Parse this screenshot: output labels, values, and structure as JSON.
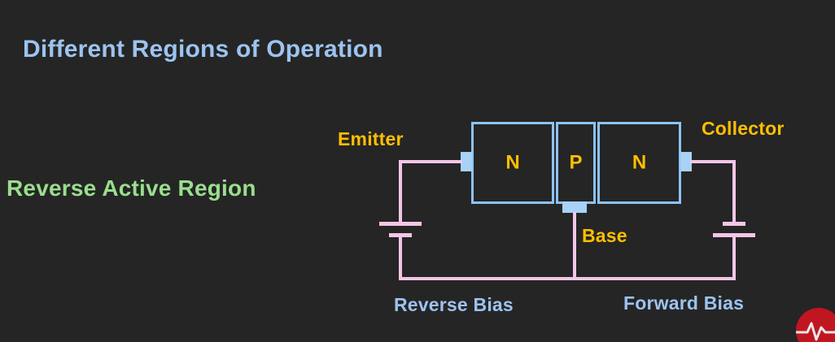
{
  "slide": {
    "background_color": "#252525",
    "title": "Different Regions of Operation",
    "title_color": "#9dc3f0",
    "region_label": "Reverse Active Region",
    "region_label_color": "#9ade8e"
  },
  "diagram": {
    "type": "npn-bipolar-junction-transistor-circuit",
    "terminals": {
      "emitter": "Emitter",
      "collector": "Collector",
      "base": "Base",
      "terminal_color": "#ffbf00"
    },
    "regions": [
      {
        "letter": "N",
        "name": "emitter-region"
      },
      {
        "letter": "P",
        "name": "base-region"
      },
      {
        "letter": "N",
        "name": "collector-region"
      }
    ],
    "region_border_color": "#8dc3f5",
    "wire_color": "#f3c6e7",
    "bias": {
      "left": "Reverse Bias",
      "right": "Forward Bias",
      "bias_label_color": "#9dc3f0"
    }
  },
  "watermark": {
    "icon": "heartbeat-pulse-icon",
    "color": "#c0161f"
  }
}
